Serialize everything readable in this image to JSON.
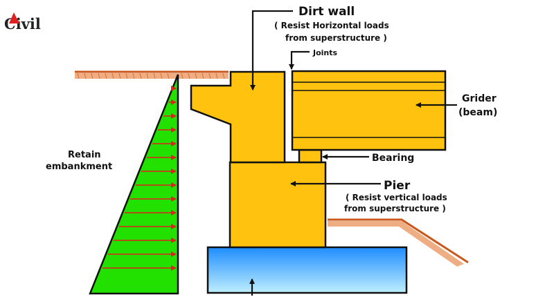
{
  "logo": {
    "text": "Civil"
  },
  "labels": {
    "dirt_wall": "Dirt wall",
    "dirt_wall_note_1": "( Resist Horizontal loads",
    "dirt_wall_note_2": "from superstructure )",
    "joints": "Joints",
    "girder_1": "Grider",
    "girder_2": "(beam)",
    "bearing": "Bearing",
    "pier": "Pier",
    "pier_note_1": "( Resist vertical loads",
    "pier_note_2": "from superstructure )",
    "retain_1": "Retain",
    "retain_2": "embankment"
  },
  "colors": {
    "structure": "#FFC20E",
    "structure_edge": "#2b2000",
    "embankment": "#22E000",
    "pressure_arrow": "#E02020",
    "ground": "#E06A1E",
    "footing_top": "#1E8CFF",
    "footing_bottom": "#BFEFFF",
    "annotation": "#111111"
  },
  "icons": {
    "logo_accent": "red-triangle-icon"
  }
}
